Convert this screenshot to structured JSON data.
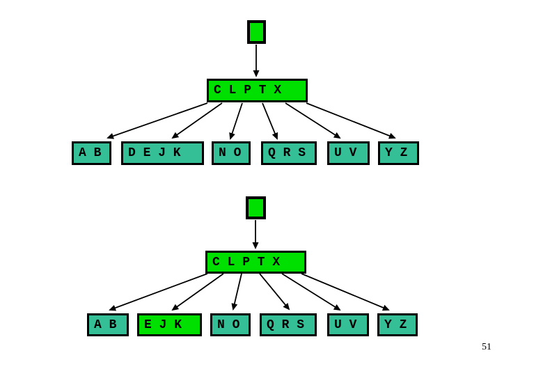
{
  "slide": {
    "page_number": "51",
    "background": "#ffffff"
  },
  "colors": {
    "node_green": "#00e000",
    "node_teal": "#35bf96",
    "border": "#000000",
    "arrow": "#000000"
  },
  "tree_before": {
    "root_pointer": "root-pointer-square",
    "parent_label": "C L P T X",
    "children": [
      {
        "label": "A B",
        "highlight": false
      },
      {
        "label": "D E J K",
        "highlight": false
      },
      {
        "label": "N O",
        "highlight": false
      },
      {
        "label": "Q R S",
        "highlight": false
      },
      {
        "label": "U V",
        "highlight": false
      },
      {
        "label": "Y Z",
        "highlight": false
      }
    ]
  },
  "tree_after": {
    "root_pointer": "root-pointer-square",
    "parent_label": "C L P T X",
    "children": [
      {
        "label": "A B",
        "highlight": false
      },
      {
        "label": "E J K",
        "highlight": true
      },
      {
        "label": "N O",
        "highlight": false
      },
      {
        "label": "Q R S",
        "highlight": false
      },
      {
        "label": "U V",
        "highlight": false
      },
      {
        "label": "Y Z",
        "highlight": false
      }
    ]
  }
}
